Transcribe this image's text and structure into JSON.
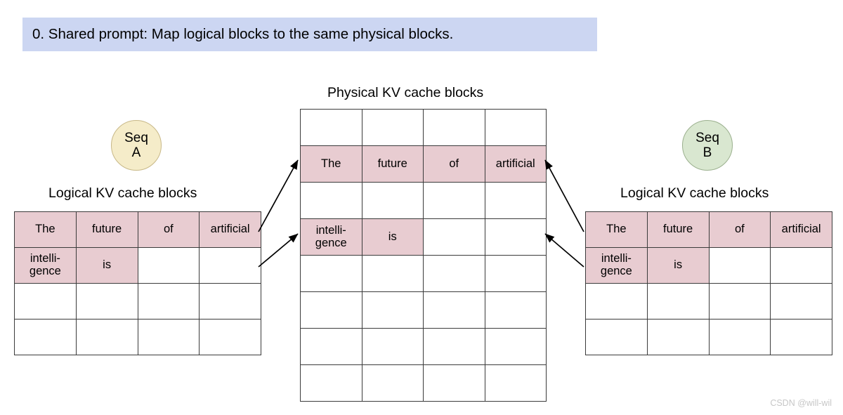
{
  "banner": {
    "text": "0. Shared prompt: Map logical blocks to the same physical blocks.",
    "background": "#ccd6f2"
  },
  "colors": {
    "filled_cell": "#e8ccd1",
    "cell_border": "#3b3b3b",
    "seq_a_fill": "#f5ecc9",
    "seq_a_border": "#c8b887",
    "seq_b_fill": "#d9e7d0",
    "seq_b_border": "#9bb08e",
    "arrow": "#000000",
    "watermark": "#c7c7c7"
  },
  "seq_a": {
    "badge_line1": "Seq",
    "badge_line2": "A",
    "caption": "Logical KV cache blocks",
    "columns": 4,
    "rows": 4,
    "cells": [
      [
        "The",
        "future",
        "of",
        "artificial"
      ],
      [
        "intelli-\ngence",
        "is",
        "",
        ""
      ],
      [
        "",
        "",
        "",
        ""
      ],
      [
        "",
        "",
        "",
        ""
      ]
    ],
    "filled": [
      [
        true,
        true,
        true,
        true
      ],
      [
        true,
        true,
        false,
        false
      ],
      [
        false,
        false,
        false,
        false
      ],
      [
        false,
        false,
        false,
        false
      ]
    ]
  },
  "seq_b": {
    "badge_line1": "Seq",
    "badge_line2": "B",
    "caption": "Logical KV cache blocks",
    "columns": 4,
    "rows": 4,
    "cells": [
      [
        "The",
        "future",
        "of",
        "artificial"
      ],
      [
        "intelli-\ngence",
        "is",
        "",
        ""
      ],
      [
        "",
        "",
        "",
        ""
      ],
      [
        "",
        "",
        "",
        ""
      ]
    ],
    "filled": [
      [
        true,
        true,
        true,
        true
      ],
      [
        true,
        true,
        false,
        false
      ],
      [
        false,
        false,
        false,
        false
      ],
      [
        false,
        false,
        false,
        false
      ]
    ]
  },
  "physical": {
    "caption": "Physical KV cache blocks",
    "columns": 4,
    "rows": 8,
    "cells": [
      [
        "",
        "",
        "",
        ""
      ],
      [
        "The",
        "future",
        "of",
        "artificial"
      ],
      [
        "",
        "",
        "",
        ""
      ],
      [
        "intelli-\ngence",
        "is",
        "",
        ""
      ],
      [
        "",
        "",
        "",
        ""
      ],
      [
        "",
        "",
        "",
        ""
      ],
      [
        "",
        "",
        "",
        ""
      ],
      [
        "",
        "",
        "",
        ""
      ]
    ],
    "filled": [
      [
        false,
        false,
        false,
        false
      ],
      [
        true,
        true,
        true,
        true
      ],
      [
        false,
        false,
        false,
        false
      ],
      [
        true,
        true,
        false,
        false
      ],
      [
        false,
        false,
        false,
        false
      ],
      [
        false,
        false,
        false,
        false
      ],
      [
        false,
        false,
        false,
        false
      ],
      [
        false,
        false,
        false,
        false
      ]
    ]
  },
  "mappings": [
    {
      "from": "seq-a-row-0",
      "to": "physical-row-1"
    },
    {
      "from": "seq-a-row-1",
      "to": "physical-row-3"
    },
    {
      "from": "seq-b-row-0",
      "to": "physical-row-1"
    },
    {
      "from": "seq-b-row-1",
      "to": "physical-row-3"
    }
  ],
  "watermark": "CSDN @will-wil"
}
